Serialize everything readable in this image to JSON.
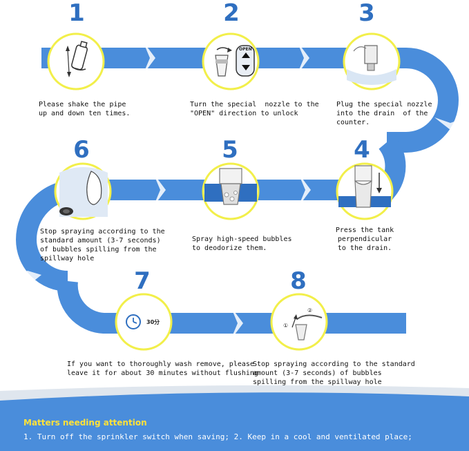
{
  "colors": {
    "track": "#4a8ddb",
    "track_dark": "#2f6fc0",
    "circle_border": "#f2ef4a",
    "number": "#2f6fc0",
    "footer": "#4a8ddb",
    "attention_title": "#ffe23a"
  },
  "steps": [
    {
      "number": "1",
      "caption": "Please shake the pipe\nup and down ten times.",
      "icon": "shake-bottle-icon"
    },
    {
      "number": "2",
      "caption": "Turn the special  nozzle to the\n\"OPEN\" direction to unlock",
      "icon": "nozzle-unlock-icon",
      "badge": "OPEN"
    },
    {
      "number": "3",
      "caption": "Plug the special nozzle\ninto the drain  of the\ncounter.",
      "icon": "plug-nozzle-icon"
    },
    {
      "number": "4",
      "caption": "Press the tank\nperpendicular\nto the drain.",
      "icon": "press-tank-icon"
    },
    {
      "number": "5",
      "caption": "Spray high-speed bubbles\nto deodorize them.",
      "icon": "spray-bubbles-icon"
    },
    {
      "number": "6",
      "caption": "Stop spraying according to the\nstandard amount (3-7 seconds)\nof bubbles spilling from the\nspillway hole",
      "icon": "spillway-hole-icon"
    },
    {
      "number": "7",
      "caption": "If you want to thoroughly wash remove, please\nleave it for about 30 minutes without flushing",
      "icon": "timer-icon",
      "badge": "30分"
    },
    {
      "number": "8",
      "caption": "Stop spraying according to the standard\namount (3-7 seconds) of bubbles\nspilling from the spillway hole",
      "icon": "stop-spray-icon",
      "marks": [
        "①",
        "②"
      ]
    }
  ],
  "attention": {
    "title": "Matters needing attention",
    "text": "1. Turn off the sprinkler switch when saving; 2. Keep in a cool and ventilated place;"
  }
}
